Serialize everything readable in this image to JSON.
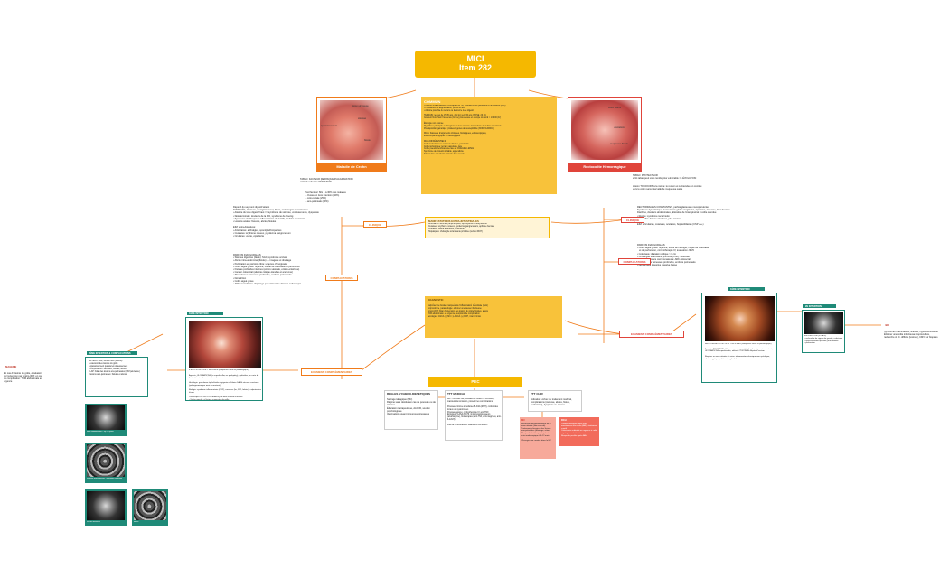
{
  "title": {
    "line1": "MICI",
    "line2": "Item 282"
  },
  "crohn": {
    "label": "Maladie de Crohn",
    "photo_labels": [
      "lésion ulcéreuse",
      "sténose",
      "épaississement",
      "fistule"
    ],
    "tabac": "TABAC: FACTEUR DE RISQUE D'AGGRAVATION\narrêt du tabac => RÉMISSION",
    "pred": "Pred familial: SIG 1 à 30% des malades\n  - Oussa en 1ère intention (50%)\n  - colo-rectale (25%)\n  - ano-périnéale (20%)"
  },
  "rch": {
    "label": "Rectocolite Hémorragique",
    "photo_labels": [
      "colon atteint",
      "ulcérations",
      "muqueuse friable"
    ],
    "tabac": "TABAC: PROTECTEUR\narrêt tabac peut vous rendre plus vulnérable => ÉVOLUTION",
    "note": "Lésion TOUJOURS à la même: le rectum et à l'étendue en continu\nvers le colon sans intervalle de muqueuse saine"
  },
  "commun": {
    "header": "COMMUN",
    "body": "• Lésions inflammatoires chroniques du TD, évoluant entre poussées et rémissions (rare)\n• Prévalence en augmentation, pic 20-30 ans\n• Atteinte possible du rectum ou de tout le tube digestif\n\nTERRAIN: jeunes de 15-35 ans, 2nd pic vers 60 ans (ROSE, 20 - 1)\nGradient Nord-Sud: fréquence (forme) plus élevée en Europe du Nord > 1/1000 (Fr)\n\nÉtiologie non connue\nHypothèse principale = dérèglement de la réponse immunitaire de la flore intestinale\nPrédisposition génétique: plusieurs gènes de susceptibilité (NOD2/CARD15)\n\nDIAG: Faisceau d'arguments cliniques, biologiques, endoscopiques,\nanatomopathologiques et radiologiques\n\nDIAG DIFFÉRENTIELS:\nColites infectieuses: contexte clinique, ponctuelle\nColite ischémique: terrain vasculaire, âge\nColite pseudomembraneuse liée au Clostridium difficile\nSyndrome de l'intestin irritable, appendicite\nTuberculose intestinale (atteinte iléo-caecale)"
  },
  "clinique": "CLINIQUE",
  "complications": "COMPLICATIONS",
  "examens": "EXAMENS COMPLÉMENTAIRES",
  "crohn_clinique": "Dépend du segment digestif atteint\nDIARRHÉE, douleurs, amaigrissement, fièvre, rectorragies inconstantes\n• Atteinte du tube digestif haut => syndrome de sténose, vomissements, dyspepsie\n• Iléite terminale: douleurs de la FID, syndrome de Koenig\n• Syndrome de l'Ampoule inflammatoire de la FID, troubles de transit\n• Lésions anales: fissures, abcès, fistules\n\nEIM: extra-digestives:\n• Articulaires: arthralgies, spondylarthropathies\n• Cutanées: érythème noueux, pyoderma gangrenosum\n• Oculaires: uvéite, épisclérite",
  "crohn_complications": "PARFOIS INAUGURALES:\n• Sténose digestive (iléale): SGC, syndrome occlusif\n• Abcès intra-abdominal (fistule) — imagerie et drainage\n• Perforation en péritoine libre: urgence chirurgicale\n• Colite aiguë grave: urgence, risque de colectasie et perforation\n• Fistules profondes internes (entéro-vésicale, entéro-entérique)\n• Cancer colorectal (atteinte colique étendue et ancienne)\n• Thromboses veineuses profondes, embolie pulmonaire\n• Dénutrition\n• Colite aiguë grave\n• ADK secondaires: dépistage par coloscopie chromo-endoscopie",
  "crohn_exams": "ILÉOCOLOSCOPIE + BIOPSIES (muqueuse saine et pathologique)\n\nAspects: ULCÉRATIONS (± superficielles ou profondes), aphtoïdes, en carte de géographie, segmentaires, muqueuse saine entre les lésions\n\nHistologie: granulome épithélioïde et giganto-cellulaire SANS nécrose caséeuse (pathognomonique mais inconstant)\n\nBiologie: syndrome inflammatoire (CRP), carences (fer, B12, folates), calprotectine fécale\n\nColoscopie à FOGD SYSTÉMATIQUE dans le bilan d'une MC\n• Vidéo-capsule: si lésions suspectes du grêle",
  "manifestations": {
    "header": "MANIFESTATIONS EXTRA-INTESTINALES",
    "body": "Articulaires: arthrites périphériques, spondylarthrite ankylosante\nCutanées: érythème noueux, pyoderma gangrenosum, aphtose buccale\nOculaires: uvéite antérieure, épisclérite\nHépatiques: cholangite sclérosante primitive (surtout RCH)"
  },
  "diag": {
    "header": "DIAGNOSTIC",
    "body": "Bio: syndrome inflammatoire, anémie, carences, hypoalbuminémie\nCalprotectine fécale: marqueur de l'inflammation intestinale (suivi)\nCoproculture, parasitologie: éliminer une cause infectieuse\nEntéro-IRM: bilan d'extension des lésions du grêle, fistules, abcès\nTDM abdominale: en urgence, suspicion de complication\nSérologies: ASCA (+) MC / p-ANCA (+) RCH, intérêt limité"
  },
  "rch_clinique": "RECTORRAGIES CONSTANTES, parfois glaireuses mucopurulentes\nSyndrome dysentérique: évacuations glairo-sanglantes, épreintes, ténesme, faux besoins\nDiarrhée, douleurs abdominales, altération de l'état général si colite étendue\n• Rectite: syndrome rectal isolé\n• Pancolite: formes étendues, plus sévères\n\nEIM: articulaires, cutanées, oculaires, hépatobiliaires (CSP +++)",
  "rch_complications": "PARFOIS INAUGURALES:\n• Colite aiguë grave: urgence, score de Lichtiger, risque de colectasie\n   et de perforation, corticothérapie IV, évaluation J3-J5\n• Colectasie: dilatation colique > 6 cm\n• Cholangite sclérosante primitive (CSP): associée\n• Dégénérescence carcinomateuse: ADK colorectal\n• Thromboses veineuses profondes, embolie pulmonaire\n• Hémorragie digestive massive basse",
  "rch_exams": "RECTOSIGMOÏDOSCOPIE + BIOPSIES (muqueuse saine et pathologique)\n\nAspects: ÉRYTHÈME diffus, muqueuse granitée, fragile, saignant au contact, ULCÉRATIONS superficielles, atteinte CONTINUE depuis le rectum\n\nBiopsies en zone atteinte et saine: inflammation chronique non spécifique, abcès cryptiques, distorsion glandulaire",
  "pec": {
    "header": "PEC",
    "regles": "RÈGLES HYGIÉNO-DIÉTÉTIQUES",
    "regles_body": "Sevrage tabagique (MC)\nRégime sans résidus en cas de poussée ou de sténose\nÉducation thérapeutique, ALD 30, soutien psychologique\nVaccinations avant immunosuppresseurs",
    "med": "TTT MÉDICAL",
    "med_body": "BUT: contrôler les poussées et induire la rémission, maintenir la rémission, prévenir les complications\n\nPoussée minime à modérée: 5-ASA (RCH), corticoïdes locaux ou systémiques\nPoussée sévère: corticothérapie IV, anti-TNF\nEntretien: 5-ASA (RCH), immunosuppresseurs (azathioprine), biothérapies (anti-TNF, anti-intégrines, anti-IL12/23)\n\nPas de corticoïdes en traitement d'entretien",
    "chir": "TTT CHIR",
    "chir_body": "Indication: échec du traitement médical, complications (sténose, abcès, fistule, perforation), dysplasie ou cancer",
    "mc": "MC",
    "mc_body": "Résection intestinale limitée de la zone atteinte (iléo-caecale)\nTraitement chirurgical des lésions ano-périnéales (drainage, séton)\nRisque de récidive post-opératoire: suivi endoscopique à 6-12 mois\n\nChirurgie non curative dans la MC",
    "rch": "RCH",
    "rch_body": "Coloproctectomie totale avec anastomose iléo-anale (AIA) = traitement curatif\nColectomie subtotale en urgence si colite aiguë grave résistante\nRisque de pochite après AIA"
  },
  "side": {
    "left_title": "IMAGERIE",
    "left_body": "En cas d'atteinte du grêle, évaluation de l'extension par entéro-IRM; en cas de complication: TDM abdominale en urgence",
    "entero_header": "2ÈME INTENTION & COMPLICATIONS",
    "entero_body": "ENTÉRO-TDM, surtout IRM (injecté):\n• extension des lésions du grêle\n• épaississement pariétal et rehaussement\n• complications: sténoses, fistules, abcès\n• LAP: bilan des lésions ano-périnéales (IRM pelvienne)\n• lésions ano-périnéales: fistules et abcès",
    "caption1": "Iléite inflammatoire + ép. de paroi",
    "caption2": "Sténose iléo-terminale + dilatation en amont",
    "caption3": "Fistule iléo-iléale",
    "caption4": "abcès",
    "rch_side_header": "2E INTENTION",
    "rch_ct": "ENTÉRO-TDM (si CAG):\n• recherche de signes de gravité, colectasie\n• épaississement pariétal, pneumatose\n• perforation",
    "rch_right_title": "BIO",
    "rch_right_body": "Syndrome inflammatoire, anémie, hypoalbuminémie\nÉliminer une colite infectieuse: coproculture, recherche de C. difficile (toxines), CMV sur biopsies",
    "colonoscopy_header": "1ÈRE INTENTION",
    "crohn_endo_header": "1ÈRE INTENTION"
  },
  "colors": {
    "title_bg": "#f5b800",
    "orange": "#f07b1a",
    "red": "#e0443a",
    "teal": "#1f8a78",
    "commun_bg": "#f8c23a",
    "pink": "#f7a99a"
  }
}
